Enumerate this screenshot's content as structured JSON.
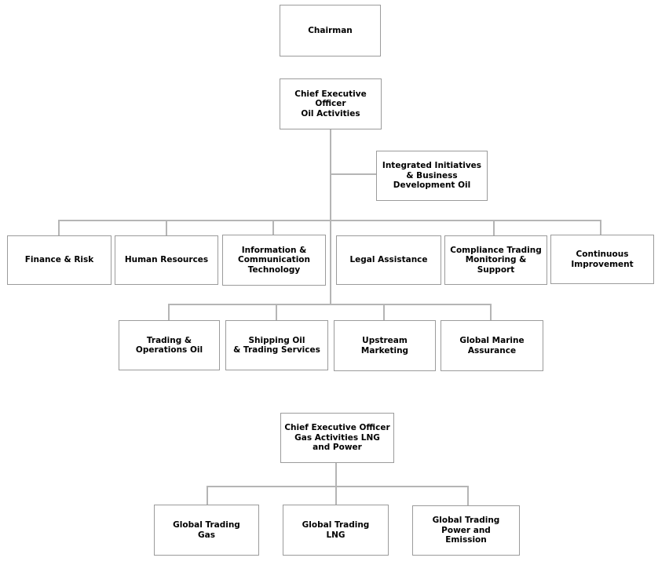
{
  "colors": {
    "background": "#ffffff",
    "box_border": "#9b9b9b",
    "connector_line": "#b5b5b5",
    "text": "#000000"
  },
  "nodes": {
    "chairman": {
      "label": "Chairman",
      "lines": [
        "Chairman"
      ]
    },
    "ceo_oil": {
      "label": "Chief Executive Officer Oil Activities",
      "lines": [
        "Chief Executive",
        "Officer",
        "Oil Activities"
      ]
    },
    "integrated": {
      "label": "Integrated Initiatives & Business Development Oil",
      "lines": [
        "Integrated Initiatives",
        "& Business",
        "Development Oil"
      ]
    },
    "finance": {
      "label": "Finance & Risk",
      "lines": [
        "Finance & Risk"
      ]
    },
    "hr": {
      "label": "Human Resources",
      "lines": [
        "Human Resources"
      ]
    },
    "ict": {
      "label": "Information & Communication Technology",
      "lines": [
        "Information &",
        "Communication",
        "Technology"
      ]
    },
    "legal": {
      "label": "Legal Assistance",
      "lines": [
        "Legal Assistance"
      ]
    },
    "compliance": {
      "label": "Compliance Trading Monitoring & Support",
      "lines": [
        "Compliance Trading",
        "Monitoring &",
        "Support"
      ]
    },
    "continuous": {
      "label": "Continuous Improvement",
      "lines": [
        "Continuous",
        "Improvement"
      ]
    },
    "trading": {
      "label": "Trading & Operations Oil",
      "lines": [
        "Trading &",
        "Operations Oil"
      ]
    },
    "shipping": {
      "label": "Shipping Oil & Trading Services",
      "lines": [
        "Shipping Oil",
        "& Trading Services"
      ]
    },
    "upstream": {
      "label": "Upstream Marketing",
      "lines": [
        "Upstream",
        "Marketing"
      ]
    },
    "marine": {
      "label": "Global Marine Assurance",
      "lines": [
        "Global Marine",
        "Assurance"
      ]
    },
    "ceo_gas": {
      "label": "Chief Executive Officer Gas Activities LNG and Power",
      "lines": [
        "Chief Executive Officer",
        "Gas Activities LNG",
        "and Power"
      ]
    },
    "gas": {
      "label": "Global Trading Gas",
      "lines": [
        "Global Trading",
        "Gas"
      ]
    },
    "lng": {
      "label": "Global Trading LNG",
      "lines": [
        "Global Trading",
        "LNG"
      ]
    },
    "power": {
      "label": "Global Trading Power and Emission",
      "lines": [
        "Global Trading",
        "Power and",
        "Emission"
      ]
    }
  }
}
